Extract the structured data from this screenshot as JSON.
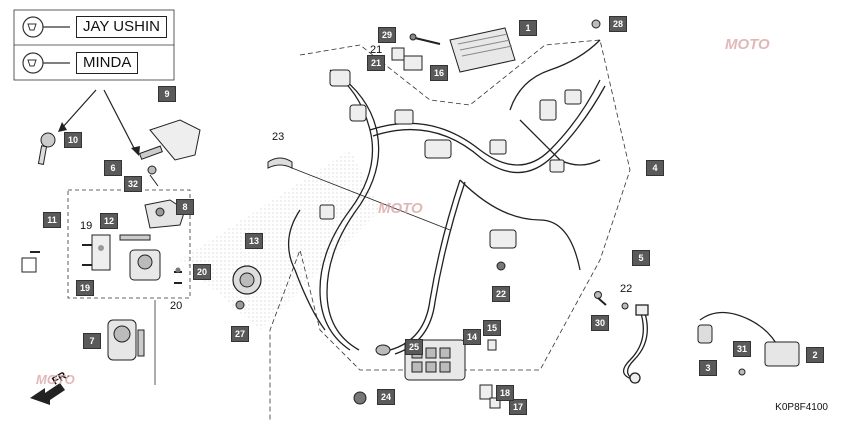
{
  "legend": {
    "jay_ushin": "JAY USHIN",
    "minda": "MINDA"
  },
  "callouts": {
    "c1": "1",
    "c2": "2",
    "c3": "3",
    "c4": "4",
    "c5": "5",
    "c6": "6",
    "c7": "7",
    "c8": "8",
    "c9": "9",
    "c10": "10",
    "c11": "11",
    "c12": "12",
    "c13": "13",
    "c14": "14",
    "c15": "15",
    "c16": "16",
    "c17": "17",
    "c18": "18",
    "c19": "19",
    "c20": "20",
    "c21": "21",
    "c22": "22",
    "c24": "24",
    "c25": "25",
    "c27": "27",
    "c28": "28",
    "c29": "29",
    "c30": "30",
    "c31": "31",
    "c32": "32"
  },
  "plain_labels": {
    "p19": "19",
    "p20": "20",
    "p21": "21",
    "p22": "22",
    "p23": "23"
  },
  "direction": "FR.",
  "watermark": "MOTO",
  "reference_code": "K0P8F4100"
}
